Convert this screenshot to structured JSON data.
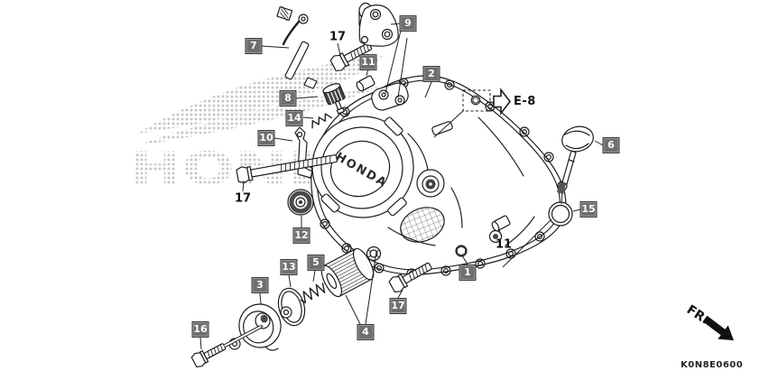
{
  "watermark": {
    "brand": "HONDA"
  },
  "cover": {
    "emboss": "HONDA"
  },
  "reference": {
    "label": "E-8"
  },
  "orientation": {
    "label": "FR."
  },
  "diagram_code": "K0N8E0600",
  "callouts": [
    {
      "text": "7",
      "style": "boxed"
    },
    {
      "text": "17",
      "style": "plain"
    },
    {
      "text": "9",
      "style": "boxed"
    },
    {
      "text": "11",
      "style": "boxed"
    },
    {
      "text": "2",
      "style": "boxed"
    },
    {
      "text": "8",
      "style": "boxed"
    },
    {
      "text": "14",
      "style": "boxed"
    },
    {
      "text": "10",
      "style": "boxed"
    },
    {
      "text": "6",
      "style": "boxed"
    },
    {
      "text": "17",
      "style": "plain"
    },
    {
      "text": "15",
      "style": "boxed"
    },
    {
      "text": "12",
      "style": "boxed"
    },
    {
      "text": "11",
      "style": "plain"
    },
    {
      "text": "5",
      "style": "boxed"
    },
    {
      "text": "13",
      "style": "boxed"
    },
    {
      "text": "3",
      "style": "boxed"
    },
    {
      "text": "1",
      "style": "boxed"
    },
    {
      "text": "17",
      "style": "boxed"
    },
    {
      "text": "4",
      "style": "boxed"
    },
    {
      "text": "16",
      "style": "boxed"
    }
  ]
}
